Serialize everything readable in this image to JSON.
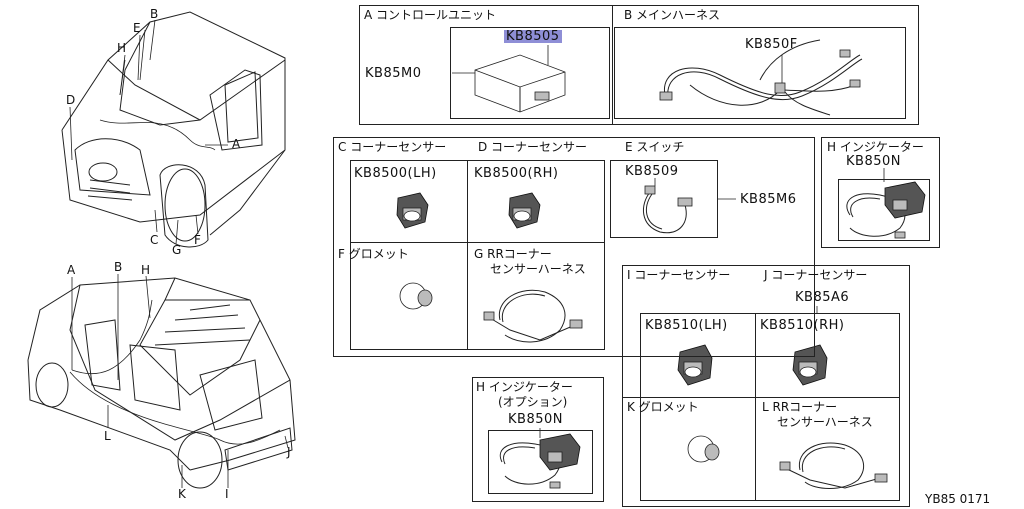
{
  "panels": {
    "A": {
      "title": "A コントロールユニット",
      "part_top": "KB8505",
      "part_side": "KB85M0"
    },
    "B": {
      "title": "B メインハーネス",
      "part": "KB850F"
    },
    "C": {
      "title": "C コーナーセンサー",
      "part": "KB8500(LH)"
    },
    "D": {
      "title": "D コーナーセンサー",
      "part": "KB8500(RH)"
    },
    "E": {
      "title": "E スイッチ",
      "part": "KB8509",
      "part_side": "KB85M6"
    },
    "F": {
      "title": "F グロメット"
    },
    "G": {
      "title_line1": "G RRコーナー",
      "title_line2": "センサーハーネス"
    },
    "H_top": {
      "title_line1": "H インジケーター",
      "part": "KB850N"
    },
    "I": {
      "title": "I コーナーセンサー",
      "part": "KB8510(LH)"
    },
    "J": {
      "title": "J コーナーセンサー",
      "part_group": "KB85A6",
      "part": "KB8510(RH)"
    },
    "K": {
      "title": "K グロメット"
    },
    "L": {
      "title_line1": "L RRコーナー",
      "title_line2": "センサーハーネス"
    },
    "H_opt": {
      "title_line1": "H インジケーター",
      "title_line2": "(オプション)",
      "part": "KB850N"
    }
  },
  "callouts": {
    "front": {
      "A": "A",
      "B": "B",
      "C": "C",
      "D": "D",
      "E": "E",
      "F": "F",
      "G": "G",
      "H": "H"
    },
    "rear": {
      "A": "A",
      "B": "B",
      "H": "H",
      "I": "I",
      "J": "J",
      "K": "K",
      "L": "L"
    }
  },
  "diagram_code": "YB85 0171"
}
